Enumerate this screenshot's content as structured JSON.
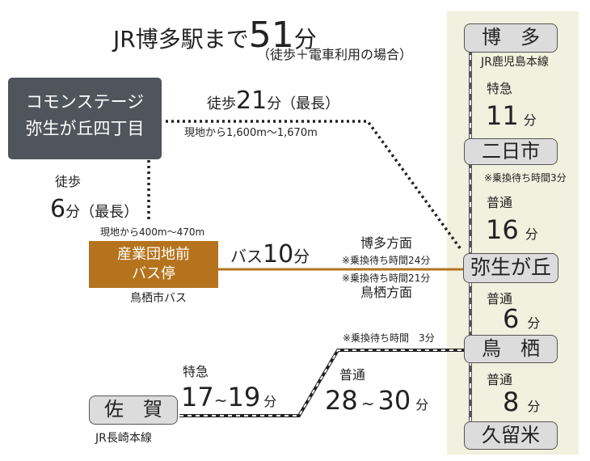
{
  "header": {
    "title_prefix": "JR博多駅まで",
    "title_number": "51",
    "title_unit": "分",
    "subtitle": "（徒歩＋電車利用の場合）"
  },
  "origin": {
    "line1": "コモンステージ",
    "line2": "弥生が丘四丁目"
  },
  "walk_long": {
    "label": "徒歩",
    "number": "21",
    "unit": "分（最長）",
    "distance": "現地から1,600m～1,670m"
  },
  "walk_short": {
    "label": "徒歩",
    "number": "6",
    "unit": "分（最長）",
    "distance": "現地から400m～470m"
  },
  "bus_stop": {
    "line1": "産業団地前",
    "line2": "バス停",
    "operator": "鳥栖市バス"
  },
  "bus_route": {
    "label": "バス",
    "number": "10",
    "unit": "分",
    "dir_hakata": "博多方面",
    "wait_hakata": "※乗換待ち時間24分",
    "wait_tosu": "※乗換待ち時間21分",
    "dir_tosu": "鳥栖方面"
  },
  "stations": {
    "hakata": "博　多",
    "futsukaichi": "二日市",
    "yayoigaoka": "弥生が丘",
    "tosu": "鳥　栖",
    "kurume": "久留米",
    "saga": "佐　賀"
  },
  "lines": {
    "kagoshima": "JR鹿児島本線",
    "nagasaki": "JR長崎本線"
  },
  "segments": {
    "seg1_type": "特急",
    "seg1_number": "11",
    "seg1_unit": "分",
    "wait_futsukaichi": "※乗換待ち時間3分",
    "seg2_type": "普通",
    "seg2_number": "16",
    "seg2_unit": "分",
    "seg3_type": "普通",
    "seg3_number": "6",
    "seg3_unit": "分",
    "seg4_type": "普通",
    "seg4_number": "8",
    "seg4_unit": "分"
  },
  "saga_route": {
    "wait": "※乗換待ち時間　3分",
    "express_type": "特急",
    "express_from": "17",
    "express_to": "19",
    "express_unit": "分",
    "local_type": "普通",
    "local_from": "28",
    "local_to": "30",
    "local_unit": "分",
    "tilde": "~"
  },
  "colors": {
    "origin_box": "#50545d",
    "bus_box": "#b5731d",
    "panel": "#f0f1de",
    "station_fill": "#dcdcdc"
  }
}
